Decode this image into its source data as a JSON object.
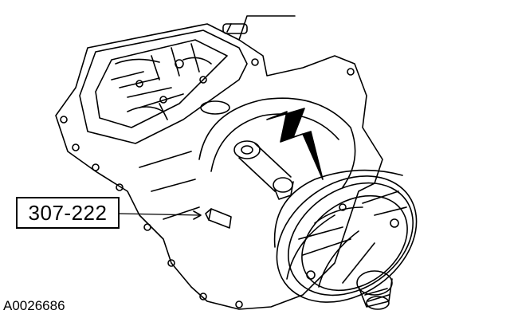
{
  "callout": {
    "tool_number": "307-222"
  },
  "figure": {
    "id": "A0026686"
  },
  "colors": {
    "ink": "#000000",
    "paper": "#ffffff"
  },
  "icons": [
    "transmission-case-drawing",
    "pump-assembly-drawing",
    "direction-arrow-icon",
    "tool-guide-pin-drawing"
  ]
}
